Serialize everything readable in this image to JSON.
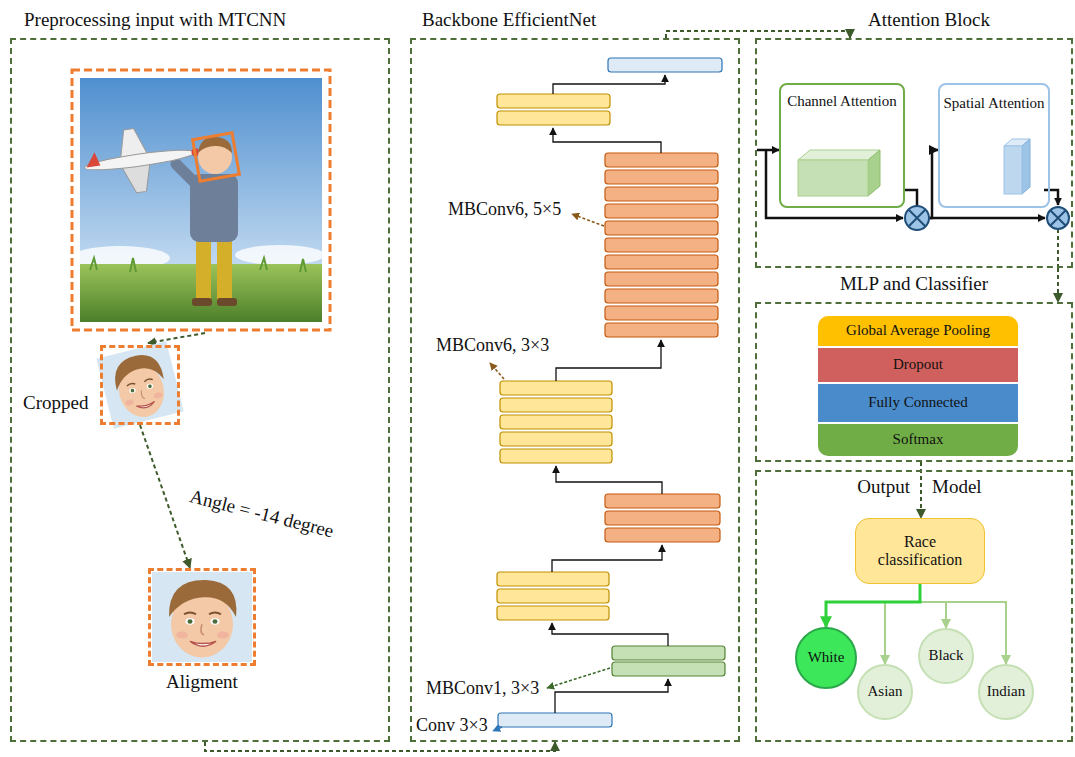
{
  "diagram": {
    "nodes": [
      {
        "text": [
          "Preprocessing input with MTCNN"
        ]
      },
      {
        "text": [
          "Cropped"
        ],
        "in": 0
      },
      {
        "text": [
          "Aligment"
        ],
        "in": 0
      },
      {
        "text": [
          "Backbone EfficientNet"
        ]
      },
      {
        "text": [
          "Attention Block"
        ]
      },
      {
        "text": [
          "Channel Attention"
        ],
        "in": 4
      },
      {
        "text": [
          "Spatial Attention"
        ],
        "in": 4
      },
      {
        "text": [
          "MLP and Classifier"
        ]
      },
      {
        "text": [
          "Global Average Pooling"
        ],
        "in": 7
      },
      {
        "text": [
          "Dropout"
        ],
        "in": 7
      },
      {
        "text": [
          "Fully Connected"
        ],
        "in": 7
      },
      {
        "text": [
          "Softmax"
        ],
        "in": 7
      },
      {
        "text": [
          "Output",
          "Model"
        ]
      },
      {
        "text": [
          "Race classification"
        ],
        "in": 12
      },
      {
        "text": [
          "White"
        ],
        "in": 12
      },
      {
        "text": [
          "Asian"
        ],
        "in": 12
      },
      {
        "text": [
          "Black"
        ],
        "in": 12
      },
      {
        "text": [
          "Indian"
        ],
        "in": 12
      }
    ],
    "edges": [
      {
        "from": 0,
        "to": 3,
        "arrow": "to"
      },
      {
        "from": 1,
        "to": 2,
        "label": "Angle = -14 degree",
        "arrow": "to"
      },
      {
        "from": 3,
        "to": 4,
        "arrow": "to"
      },
      {
        "from": 4,
        "to": 7,
        "arrow": "to"
      },
      {
        "from": 5,
        "to": 6,
        "arrow": "to"
      },
      {
        "from": 7,
        "to": 13,
        "arrow": "to"
      },
      {
        "from": 13,
        "to": 14,
        "arrow": "to"
      },
      {
        "from": 13,
        "to": 15,
        "arrow": "to"
      },
      {
        "from": 13,
        "to": 16,
        "arrow": "to"
      },
      {
        "from": 13,
        "to": 17,
        "arrow": "to"
      }
    ],
    "labels": [
      "MBConv6, 5×5",
      "MBConv6, 3×3",
      "MBConv1, 3×3",
      "Conv 3×3"
    ]
  }
}
